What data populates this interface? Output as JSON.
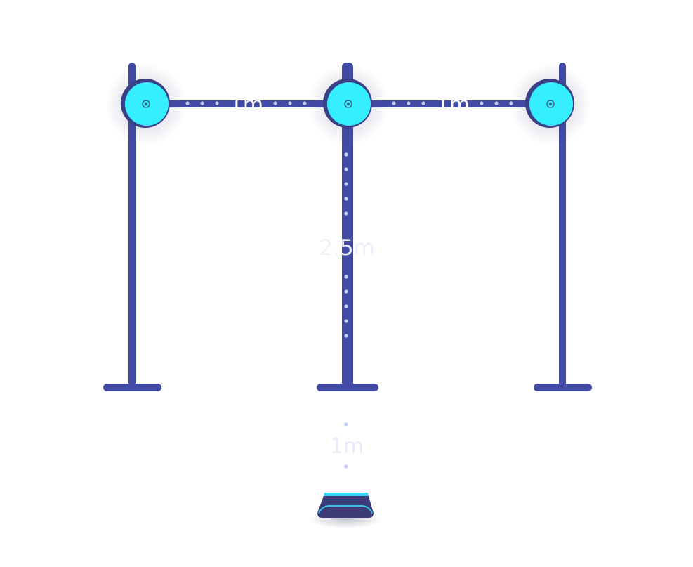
{
  "diagram": {
    "dimensions": {
      "spacing_left": "1m",
      "spacing_right": "1m",
      "height": "2.5m",
      "distance_to_base": "1m"
    },
    "colors": {
      "stand": "#414ba6",
      "sensor": "#35eeff",
      "sensor_ring": "#3b3f86",
      "dots": "#c6cff3",
      "label_on_stand": "#ffffff",
      "label_faint": "#e9ebfa",
      "base_top": "#36d8f5",
      "base_body": "#3d3a78"
    },
    "elements": {
      "stands": [
        "left-stand",
        "center-stand",
        "right-stand"
      ],
      "sensors": [
        "left-sensor",
        "center-sensor",
        "right-sensor"
      ],
      "base_icon": "base-station-icon"
    }
  }
}
